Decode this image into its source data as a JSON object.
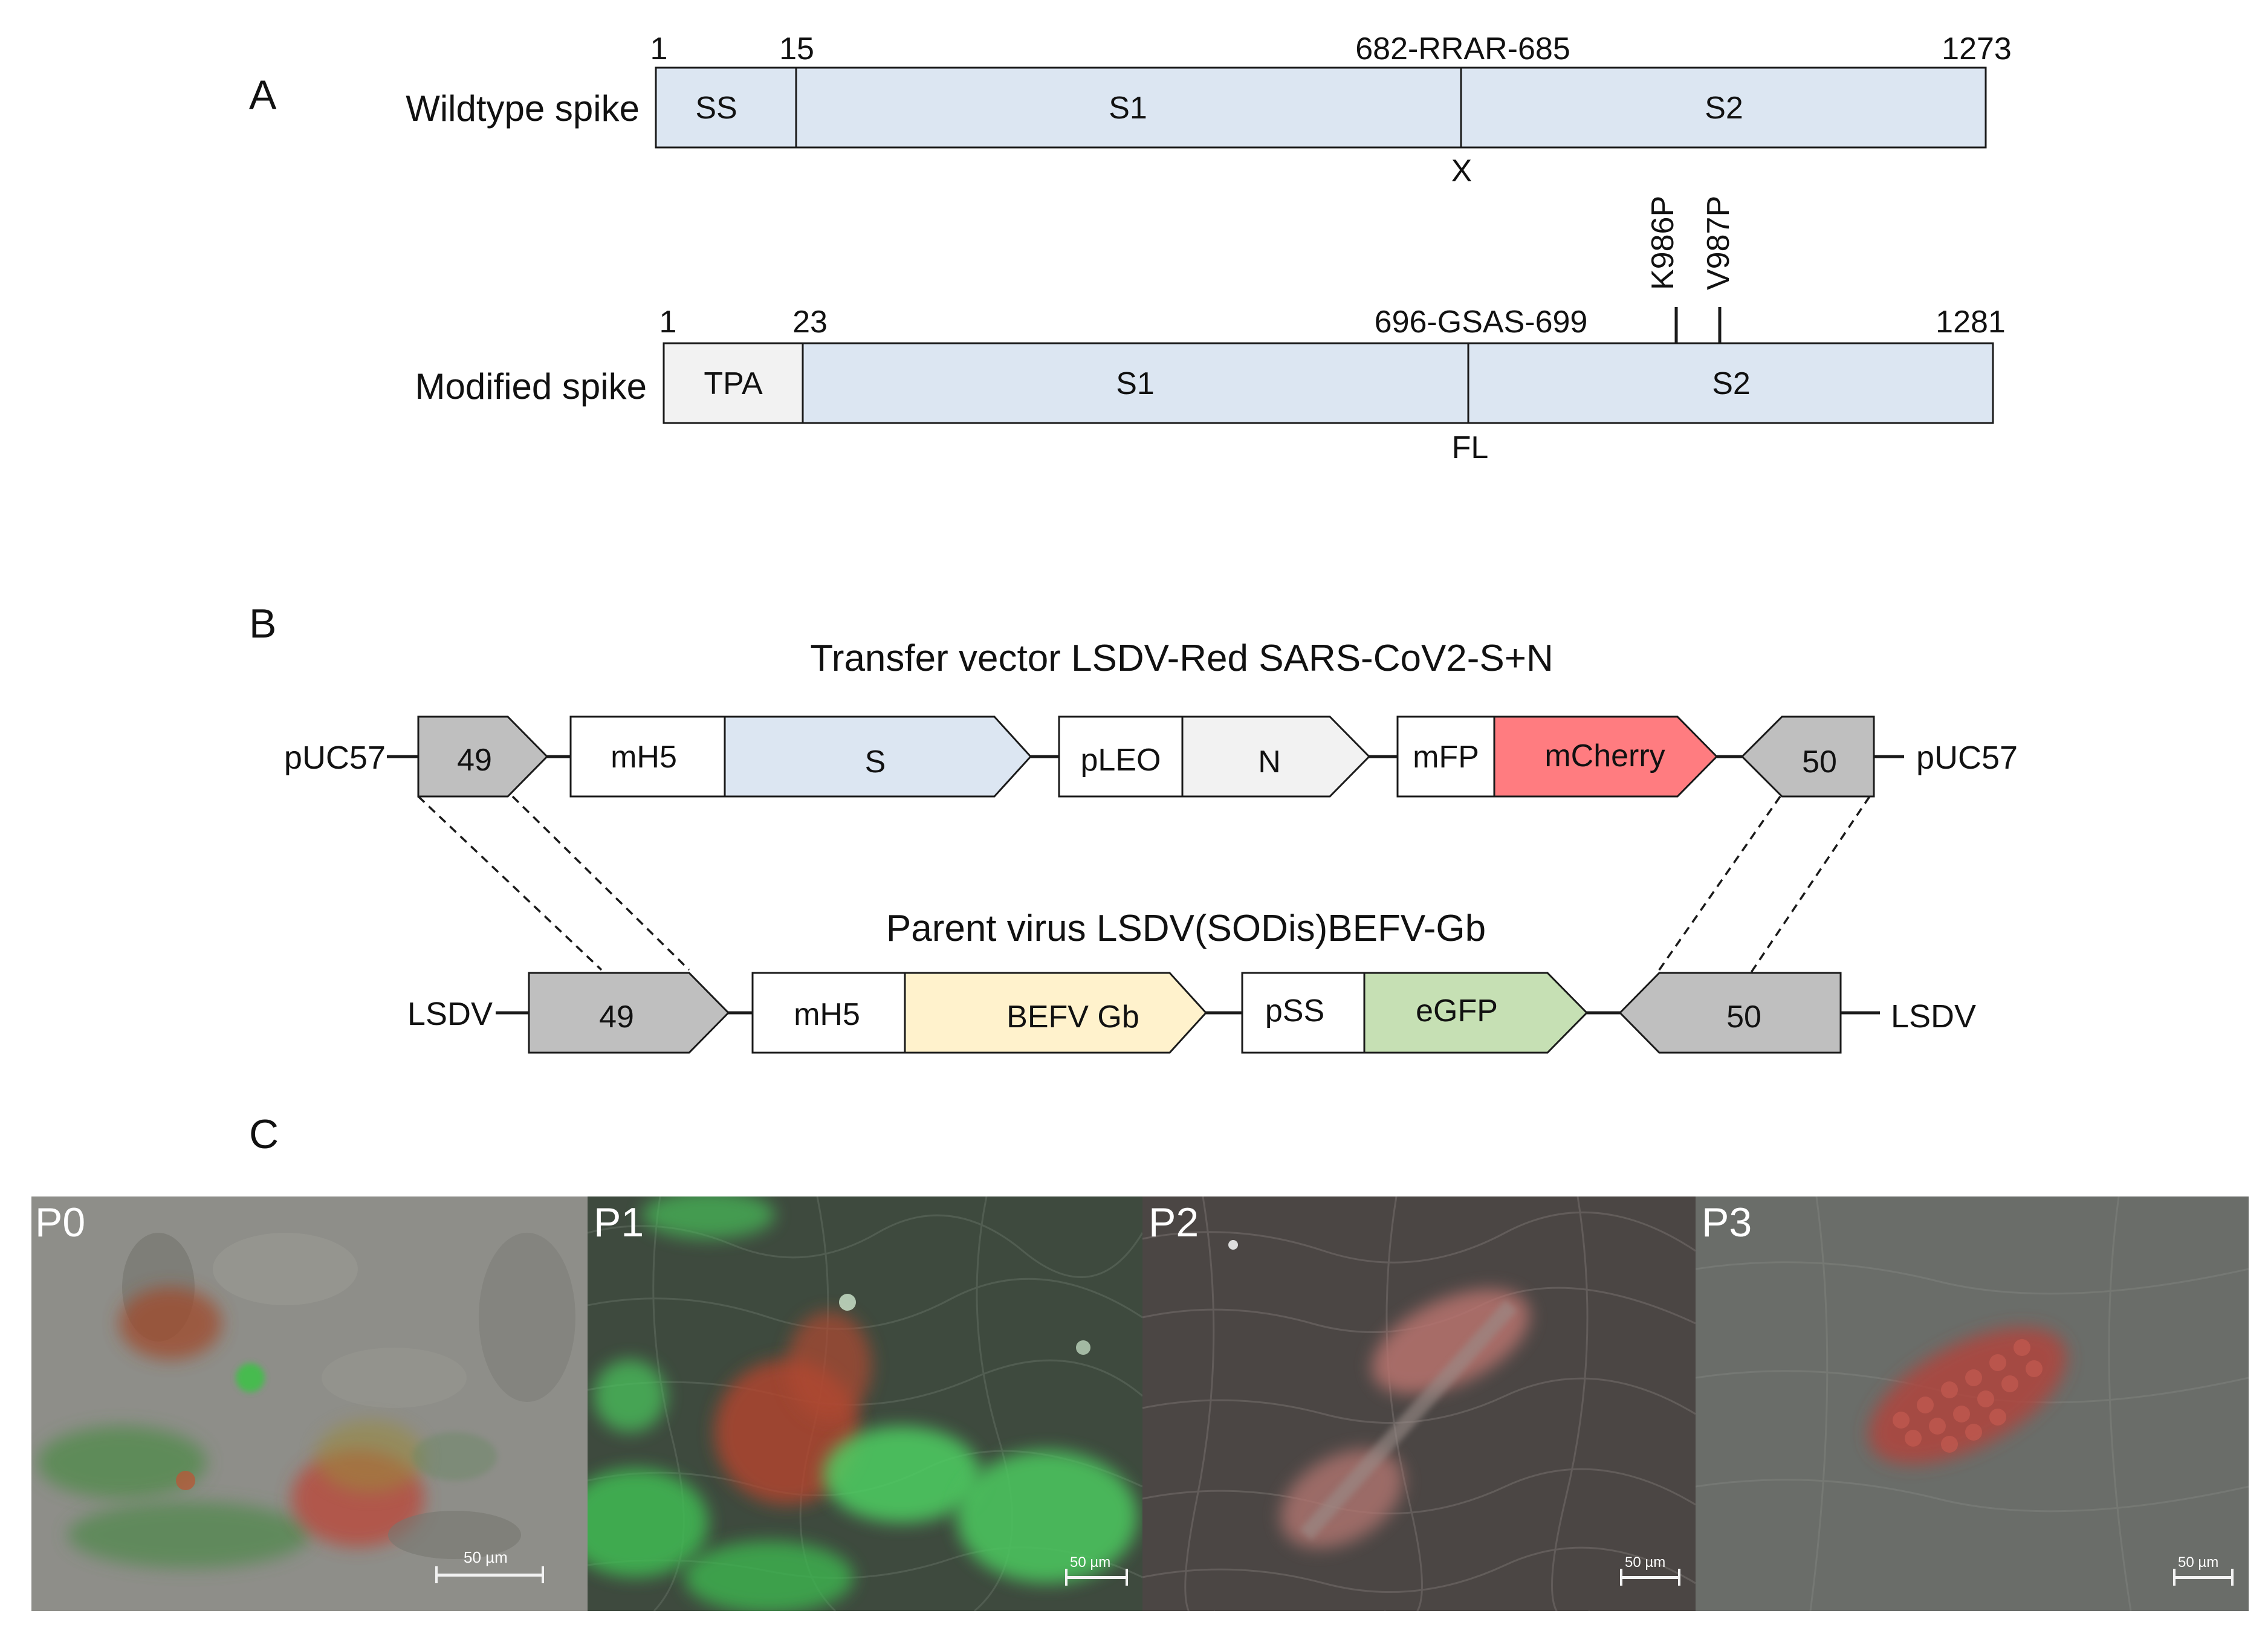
{
  "panels": {
    "a_label": "A",
    "b_label": "B",
    "c_label": "C"
  },
  "panel_a": {
    "wildtype": {
      "row_label": "Wildtype spike",
      "pos_start": "1",
      "pos_ss_end": "15",
      "cleavage_site": "682-RRAR-685",
      "pos_end": "1273",
      "seg_ss": "SS",
      "seg_s1": "S1",
      "seg_s2": "S2",
      "cleavage_mark": "X"
    },
    "modified": {
      "row_label": "Modified spike",
      "pos_start": "1",
      "pos_tpa_end": "23",
      "cleavage_site": "696-GSAS-699",
      "pos_end": "1281",
      "seg_tpa": "TPA",
      "seg_s1": "S1",
      "seg_s2": "S2",
      "cleavage_mark": "FL",
      "mutation_1": "K986P",
      "mutation_2": "V987P"
    }
  },
  "panel_b": {
    "transfer_title": "Transfer vector LSDV-Red SARS-CoV2-S+N",
    "parent_title": "Parent virus LSDV(SODis)BEFV-Gb",
    "transfer": {
      "left_flank": "pUC57",
      "right_flank": "pUC57",
      "arm_left": "49",
      "promoter_1": "mH5",
      "gene_1": "S",
      "promoter_2": "pLEO",
      "gene_2": "N",
      "promoter_3": "mFP",
      "gene_3": "mCherry",
      "arm_right": "50"
    },
    "parent": {
      "left_flank": "LSDV",
      "right_flank": "LSDV",
      "arm_left": "49",
      "promoter_1": "mH5",
      "gene_1": "BEFV Gb",
      "promoter_2": "pSS",
      "gene_2": "eGFP",
      "arm_right": "50"
    },
    "colors": {
      "spike_blue": "#dce6f2",
      "grey_arm": "#bfbfbf",
      "light_grey": "#f2f2f2",
      "mcherry_red": "#ff7c80",
      "befv_yellow": "#fff2cc",
      "egfp_green": "#c6e0b4"
    }
  },
  "panel_c": {
    "images": [
      {
        "label": "P0",
        "scale": "50 µm"
      },
      {
        "label": "P1",
        "scale": "50 µm"
      },
      {
        "label": "P2",
        "scale": "50 µm"
      },
      {
        "label": "P3",
        "scale": "50 µm"
      }
    ]
  }
}
